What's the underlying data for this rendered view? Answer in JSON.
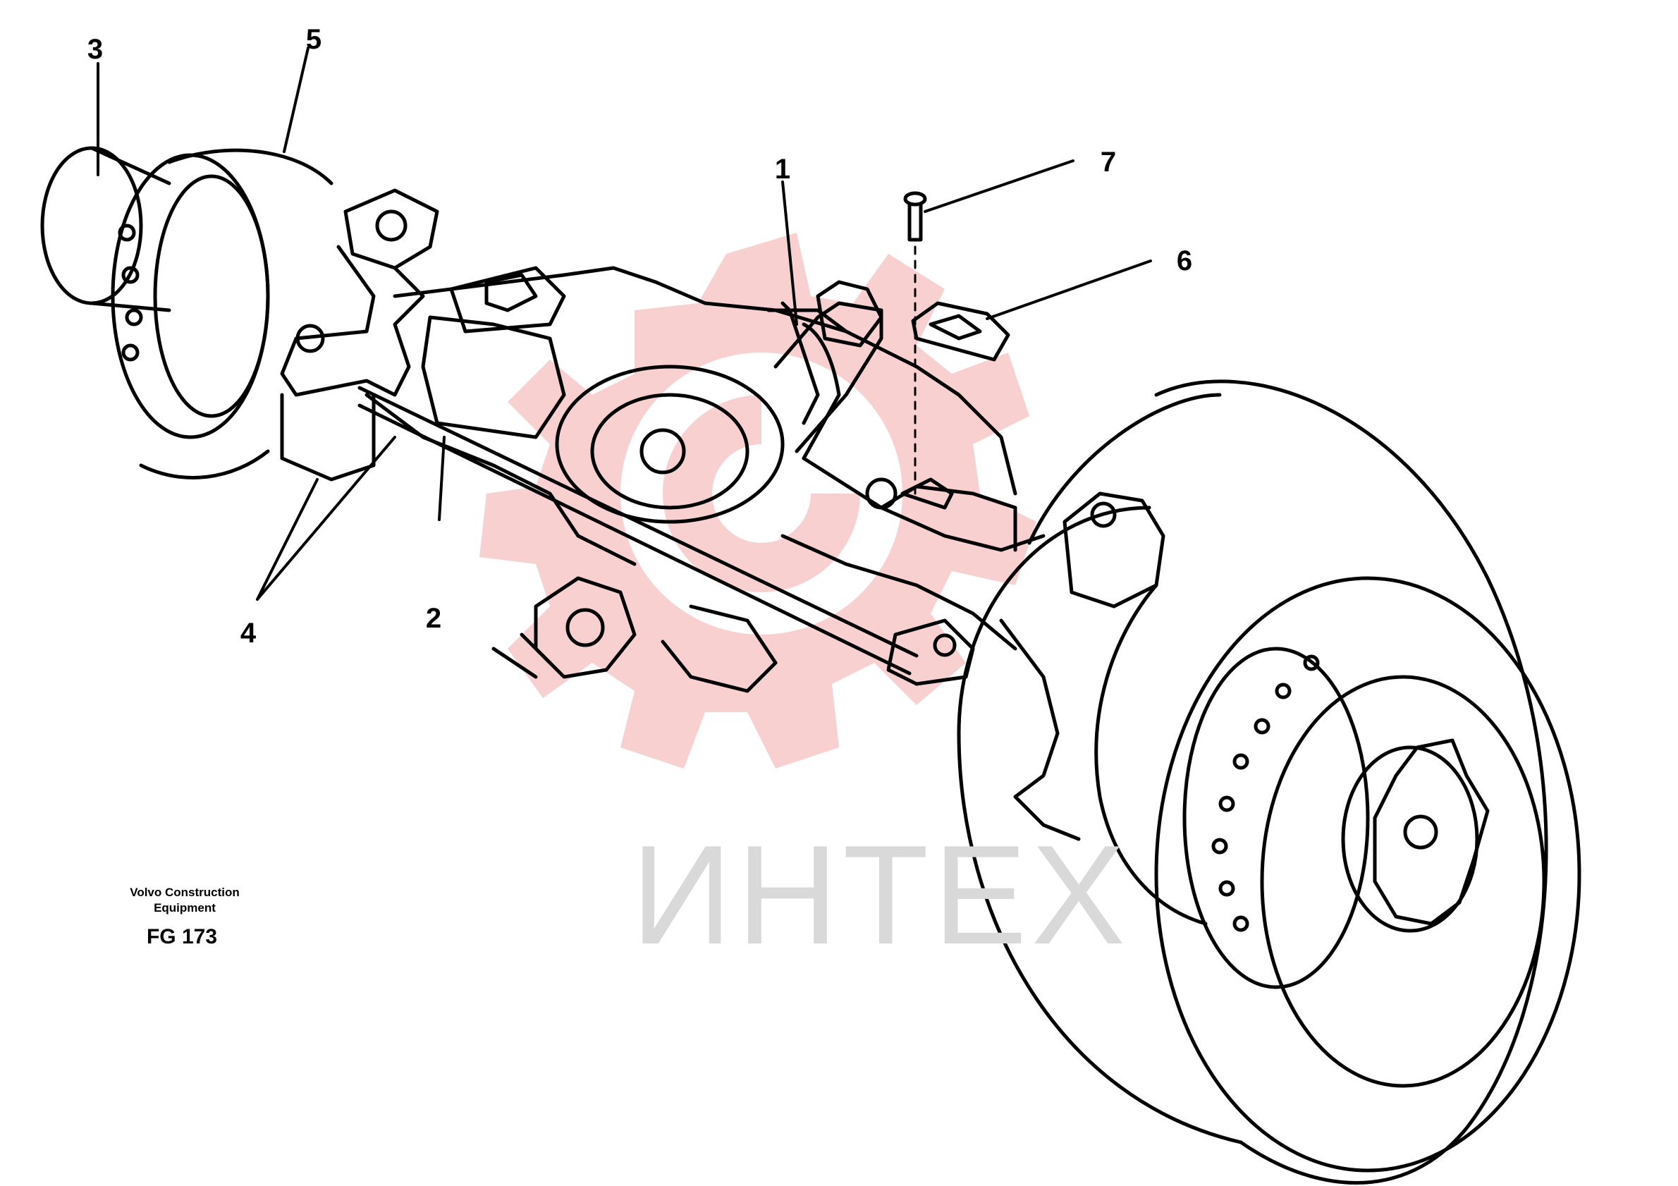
{
  "watermark": {
    "text": "ИНТЕХ",
    "colors": {
      "gear": "#f9d0d0",
      "text": "#d9d9d9"
    }
  },
  "caption": {
    "line1": "Volvo Construction",
    "line2": "Equipment",
    "code": "FG 173"
  },
  "callouts": [
    {
      "id": "1",
      "label": "1"
    },
    {
      "id": "2",
      "label": "2"
    },
    {
      "id": "3",
      "label": "3"
    },
    {
      "id": "4",
      "label": "4"
    },
    {
      "id": "5",
      "label": "5"
    },
    {
      "id": "6",
      "label": "6"
    },
    {
      "id": "7",
      "label": "7"
    }
  ],
  "colors": {
    "line": "#000000",
    "background": "#ffffff"
  }
}
